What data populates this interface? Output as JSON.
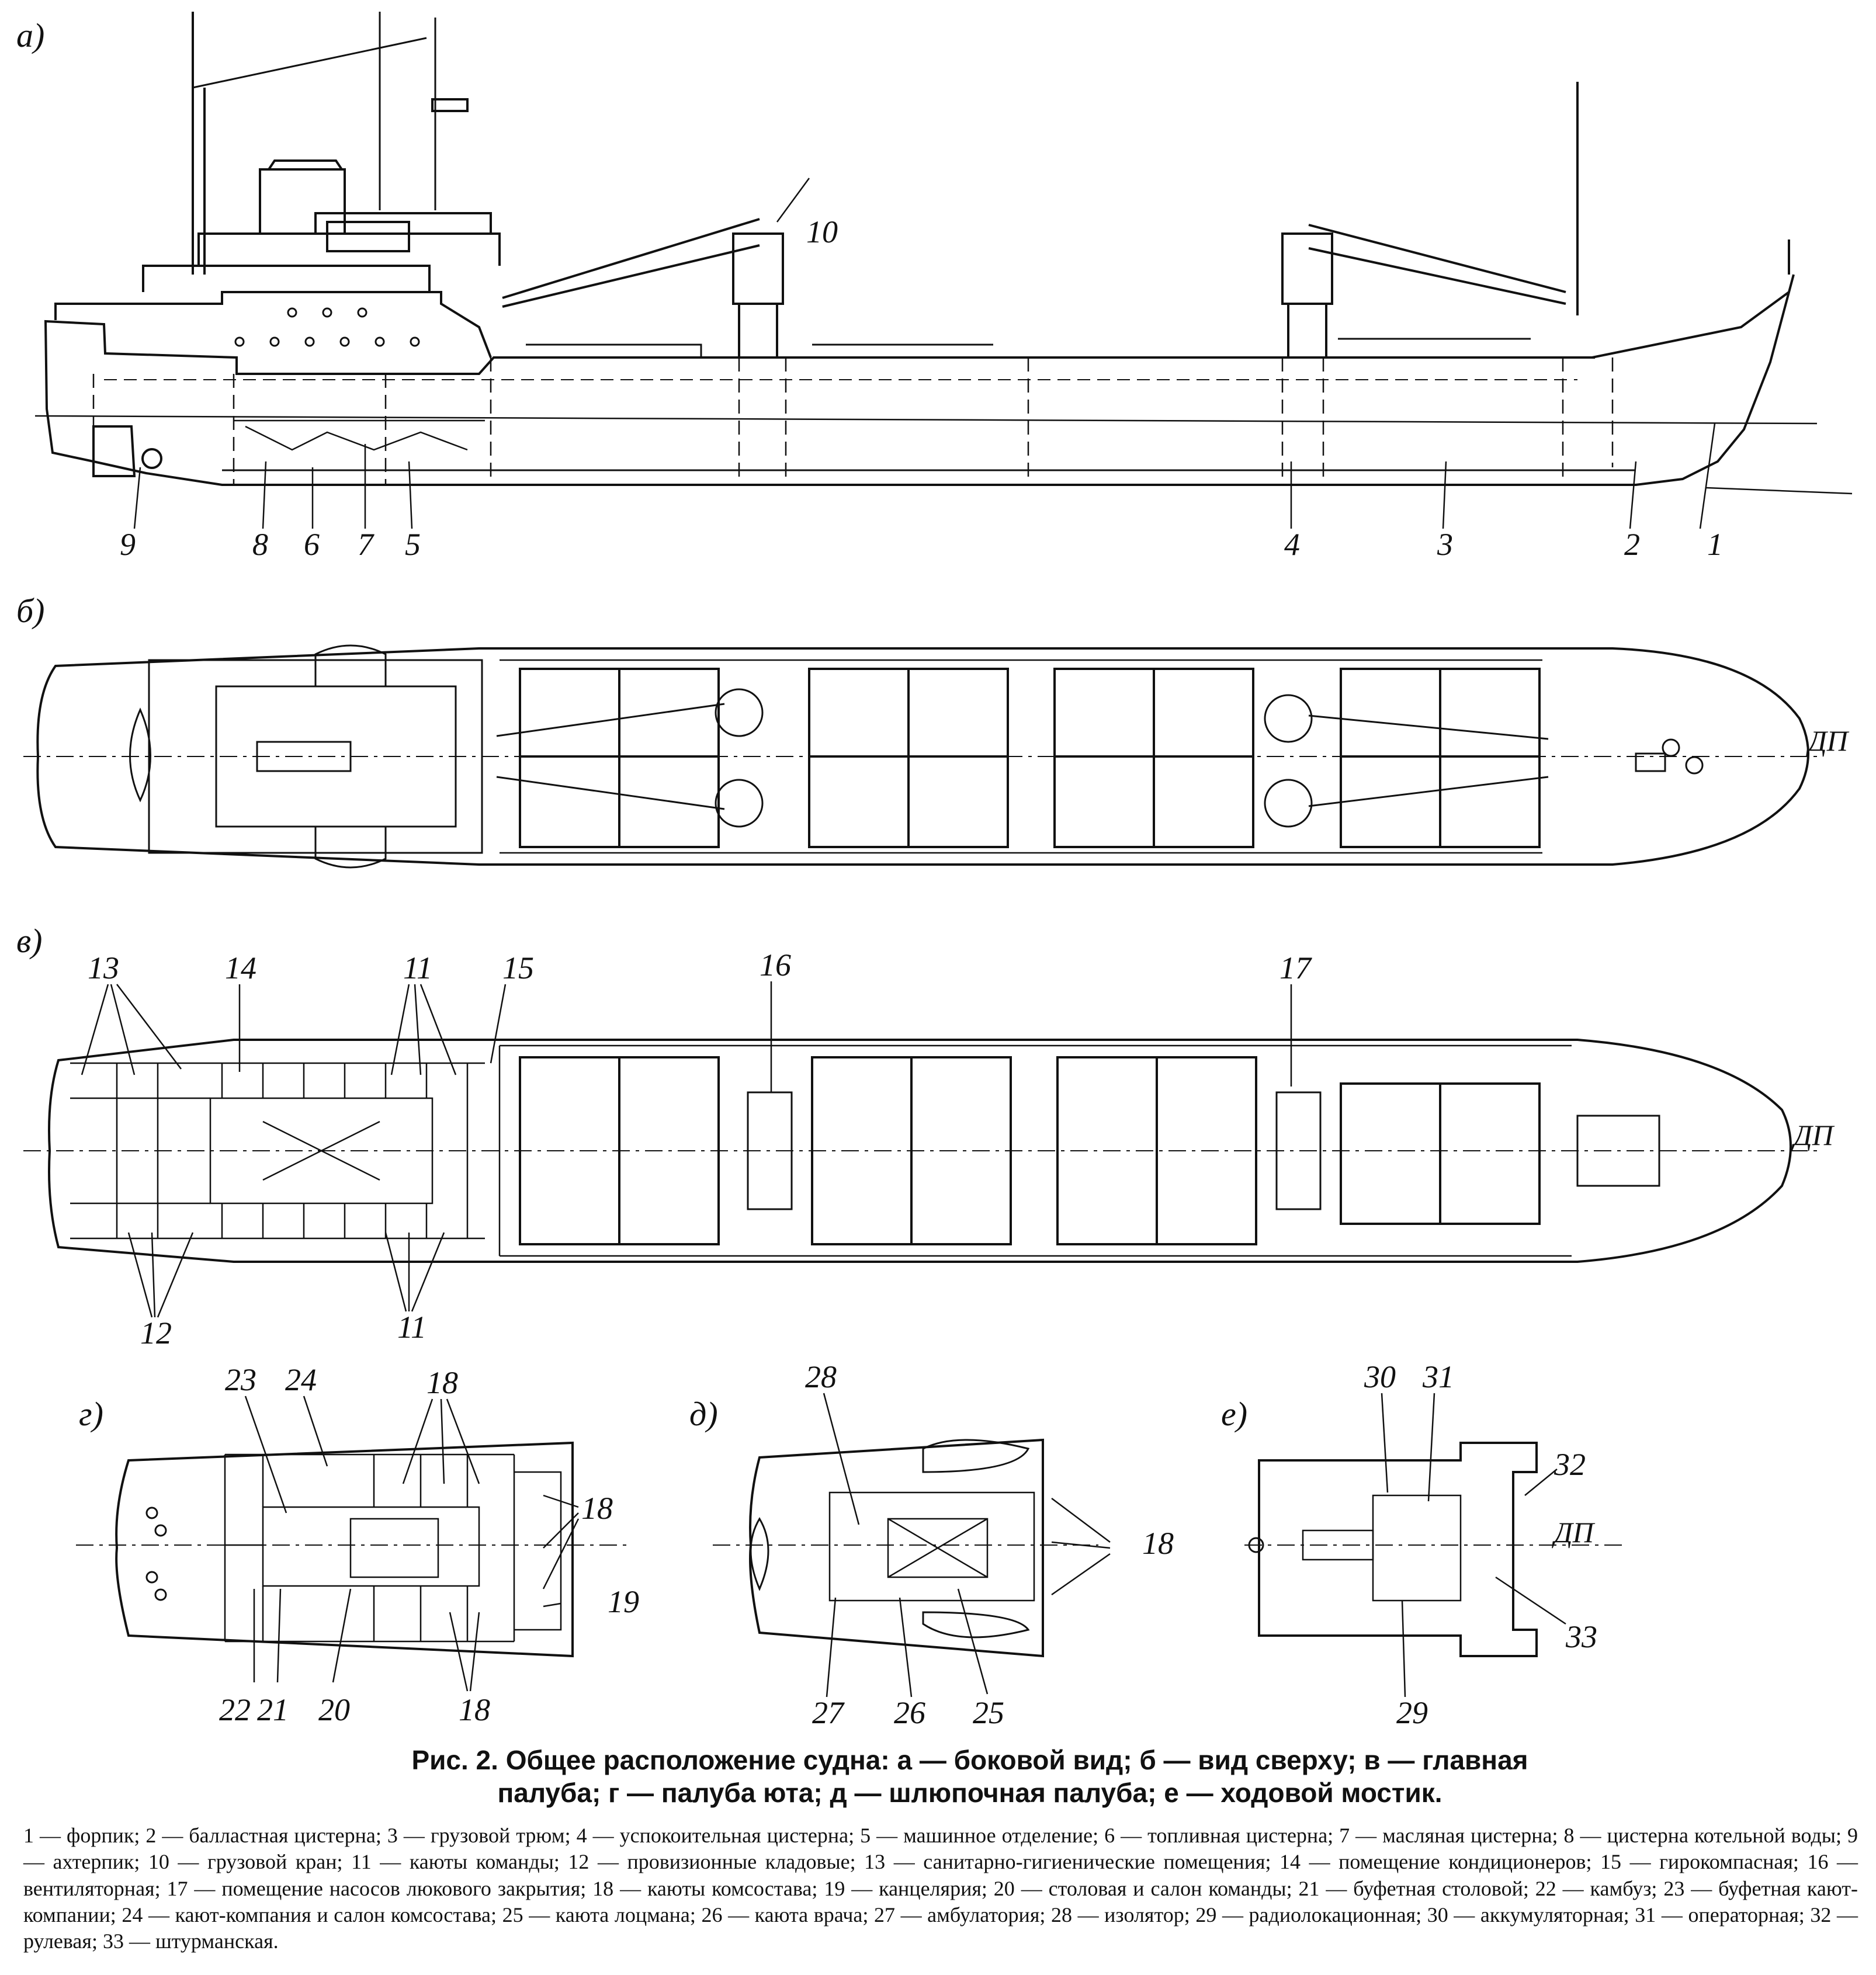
{
  "views": {
    "a": "а)",
    "b": "б)",
    "v": "в)",
    "g": "г)",
    "d": "д)",
    "e": "е)"
  },
  "dp": "ДП",
  "side_view_numbers": [
    "1",
    "2",
    "3",
    "4",
    "5",
    "6",
    "7",
    "8",
    "9",
    "10"
  ],
  "deck_numbers": [
    "11",
    "12",
    "13",
    "14",
    "15",
    "16",
    "17"
  ],
  "poop_numbers": [
    "18",
    "19",
    "20",
    "21",
    "22",
    "23",
    "24"
  ],
  "boat_numbers": [
    "18",
    "25",
    "26",
    "27",
    "28"
  ],
  "bridge_numbers": [
    "29",
    "30",
    "31",
    "32",
    "33"
  ],
  "caption": {
    "line1": "Рис. 2. Общее расположение судна: а — боковой вид; б — вид сверху; в — главная",
    "line2": "палуба; г — палуба юта; д — шлюпочная палуба; е — ходовой мостик."
  },
  "legend": "1 — форпик; 2 — балластная цистерна; 3 — грузовой трюм; 4 — успокоительная цистерна; 5 — машинное отделение; 6 — топливная цистерна; 7 — масляная цистерна; 8 — цистерна котельной воды; 9 — ахтерпик; 10 — грузовой кран; 11 — каюты команды; 12 — провизионные кладовые; 13 — санитарно-гигиенические помещения; 14 — помещение кондиционеров; 15 — гирокомпасная; 16 — вентиляторная; 17 — помещение насосов люкового закрытия; 18 — каюты комсостава; 19 — канцелярия; 20 — столовая и салон команды; 21 — буфетная столовой; 22 — камбуз; 23 — буфетная кают-компании; 24 — кают-компания и салон комсостава; 25 — каюта лоцмана; 26 — каюта врача; 27 — амбулатория; 28 — изолятор; 29 — радиолокационная; 30 — аккумуляторная; 31 — операторная; 32 — рулевая; 33 — штурманская."
}
